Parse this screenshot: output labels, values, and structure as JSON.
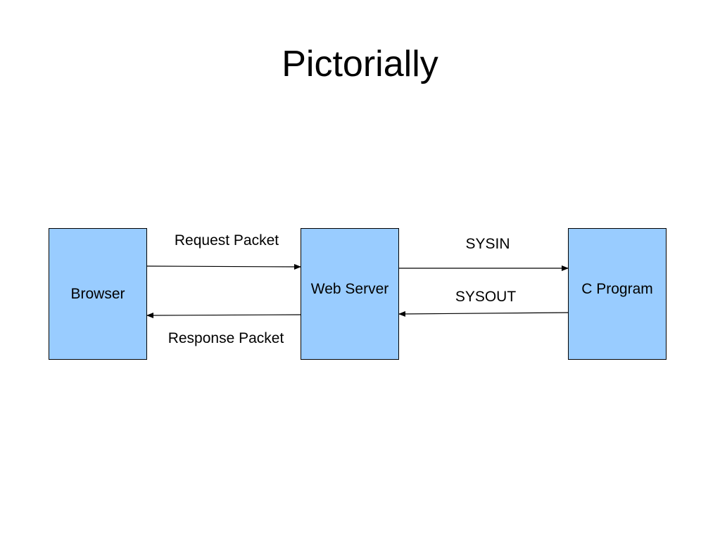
{
  "title": "Pictorially",
  "nodes": {
    "browser": "Browser",
    "web_server": "Web Server",
    "c_program": "C Program"
  },
  "edges": {
    "request": "Request Packet",
    "response": "Response Packet",
    "sysin": "SYSIN",
    "sysout": "SYSOUT"
  },
  "colors": {
    "box_fill": "#99ccff",
    "stroke": "#000000",
    "background": "#ffffff"
  }
}
